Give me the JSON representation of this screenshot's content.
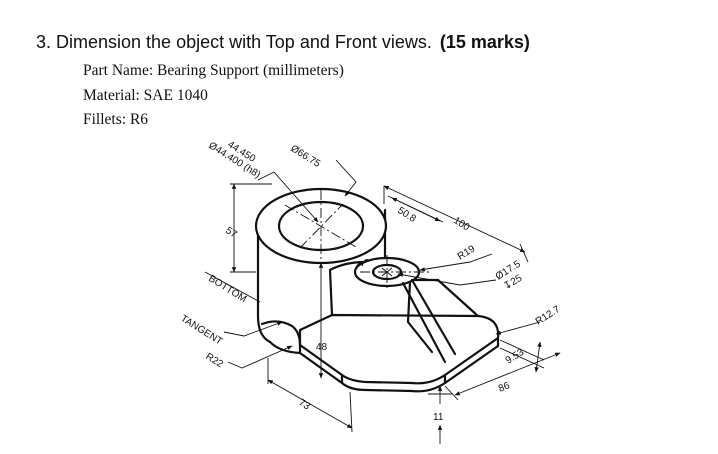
{
  "question": {
    "text": "3. Dimension the object with Top and Front views.",
    "marks": "(15 marks)"
  },
  "specs": {
    "part_name": "Part Name: Bearing Support (millimeters)",
    "material": "Material: SAE 1040",
    "fillets": "Fillets: R6"
  },
  "drawing": {
    "bore_upper": "44.450",
    "bore_lower": "Ø44.400 (h8)",
    "outer_diameter": "Ø66.75",
    "height_57": "57",
    "bottom": "BOTTOM",
    "tangent": "TANGENT",
    "r22": "R22",
    "dim_50_8": "50.8",
    "dim_100": "100",
    "r19": "R19",
    "hole_dia": "Ø17.5",
    "hole_depth": "↧25",
    "r12_7": "R12.7",
    "dim_9_53": "9.53",
    "dim_86": "86",
    "dim_48": "48",
    "dim_73": "73",
    "dim_11": "11"
  }
}
